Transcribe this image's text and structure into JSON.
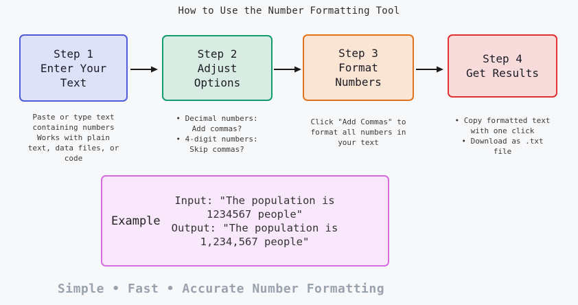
{
  "title": "How to Use the Number Formatting Tool",
  "steps": [
    {
      "label": "Step 1\nEnter Your\nText",
      "description": "Paste or type text\ncontaining numbers\nWorks with plain\ntext, data files, or\ncode",
      "fill_color": "#dee2f9",
      "border_color": "#4e5bd9"
    },
    {
      "label": "Step 2\nAdjust\nOptions",
      "description": "• Decimal numbers:\nAdd commas?\n• 4-digit numbers:\nSkip commas?",
      "fill_color": "#d9ece3",
      "border_color": "#0f9c70"
    },
    {
      "label": "Step 3\nFormat\nNumbers",
      "description": "Click \"Add Commas\" to\nformat all numbers in\nyour text",
      "fill_color": "#fae4d3",
      "border_color": "#e1731d"
    },
    {
      "label": "Step 4\nGet Results",
      "description": "• Copy formatted text\nwith one click\n• Download as .txt\nfile",
      "fill_color": "#f8dcdc",
      "border_color": "#e03030"
    }
  ],
  "example": {
    "label": "Example",
    "content": "Input: \"The population is\n1234567 people\"\nOutput: \"The population is\n1,234,567 people\"",
    "fill_color": "#f9e8fb",
    "border_color": "#d86ae0"
  },
  "footer": "Simple • Fast • Accurate Number Formatting",
  "colors": {
    "background": "#f7f8fa",
    "arrow": "#1a1a1a",
    "title_text": "#2d2d2d",
    "step_text": "#1a1a24",
    "description_text": "#3a3a3a",
    "example_label_text": "#222222",
    "example_content_text": "#333333",
    "footer_text": "#9aa2ad"
  }
}
